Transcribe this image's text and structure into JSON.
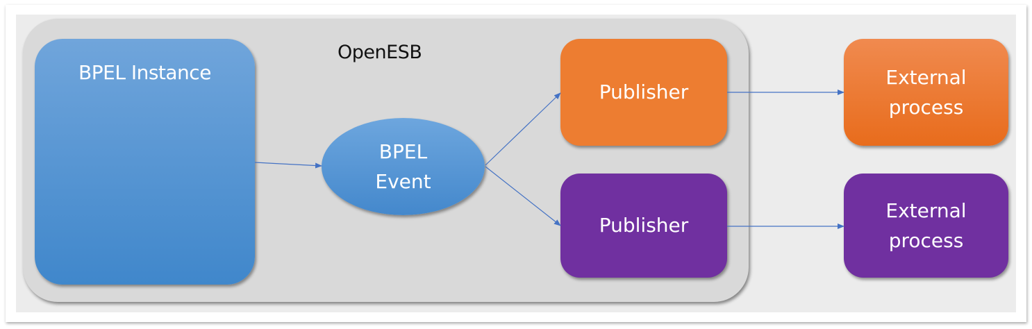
{
  "diagram": {
    "container": {
      "label": "OpenESB",
      "fill": "#d9d9d9"
    },
    "nodes": {
      "bpel_instance": {
        "label": "BPEL Instance",
        "color": "#5b9bd5"
      },
      "bpel_event": {
        "line1": "BPEL",
        "line2": "Event",
        "color": "#5b9bd5"
      },
      "publisher_orange": {
        "label": "Publisher",
        "color": "#ed7d31"
      },
      "publisher_purple": {
        "label": "Publisher",
        "color": "#7030a0"
      },
      "external_orange": {
        "line1": "External",
        "line2": "process",
        "color": "#ed7d31"
      },
      "external_purple": {
        "line1": "External",
        "line2": "process",
        "color": "#7030a0"
      }
    },
    "edges": [
      {
        "from": "BPEL Instance",
        "to": "BPEL Event"
      },
      {
        "from": "BPEL Event",
        "to": "Publisher (orange)"
      },
      {
        "from": "BPEL Event",
        "to": "Publisher (purple)"
      },
      {
        "from": "Publisher (orange)",
        "to": "External process (orange)"
      },
      {
        "from": "Publisher (purple)",
        "to": "External process (purple)"
      }
    ],
    "arrow_color": "#4472c4"
  }
}
